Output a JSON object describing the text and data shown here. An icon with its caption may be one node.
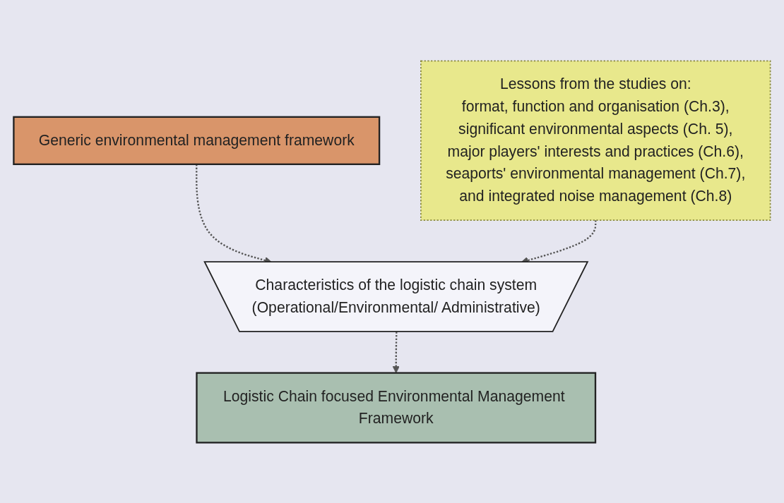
{
  "diagram": {
    "nodes": [
      {
        "text": [
          "Generic environmental management framework"
        ]
      },
      {
        "text": [
          "Lessons from the studies on:",
          "format, function and organisation (Ch.3),",
          "significant environmental aspects (Ch. 5),",
          "major players' interests and practices (Ch.6),",
          "seaports' environmental management (Ch.7),",
          "and integrated noise management (Ch.8)"
        ]
      },
      {
        "text": [
          "Characteristics of the logistic chain system",
          "(Operational/Environmental/ Administrative)"
        ]
      },
      {
        "text": [
          "Logistic Chain focused Environmental Management Framework"
        ]
      }
    ],
    "edges": [
      {
        "from": 0,
        "to": 2,
        "arrow": "to",
        "style": "dashed"
      },
      {
        "from": 1,
        "to": 2,
        "arrow": "to",
        "style": "dashed"
      },
      {
        "from": 2,
        "to": 3,
        "arrow": "to",
        "style": "dashed"
      }
    ]
  }
}
